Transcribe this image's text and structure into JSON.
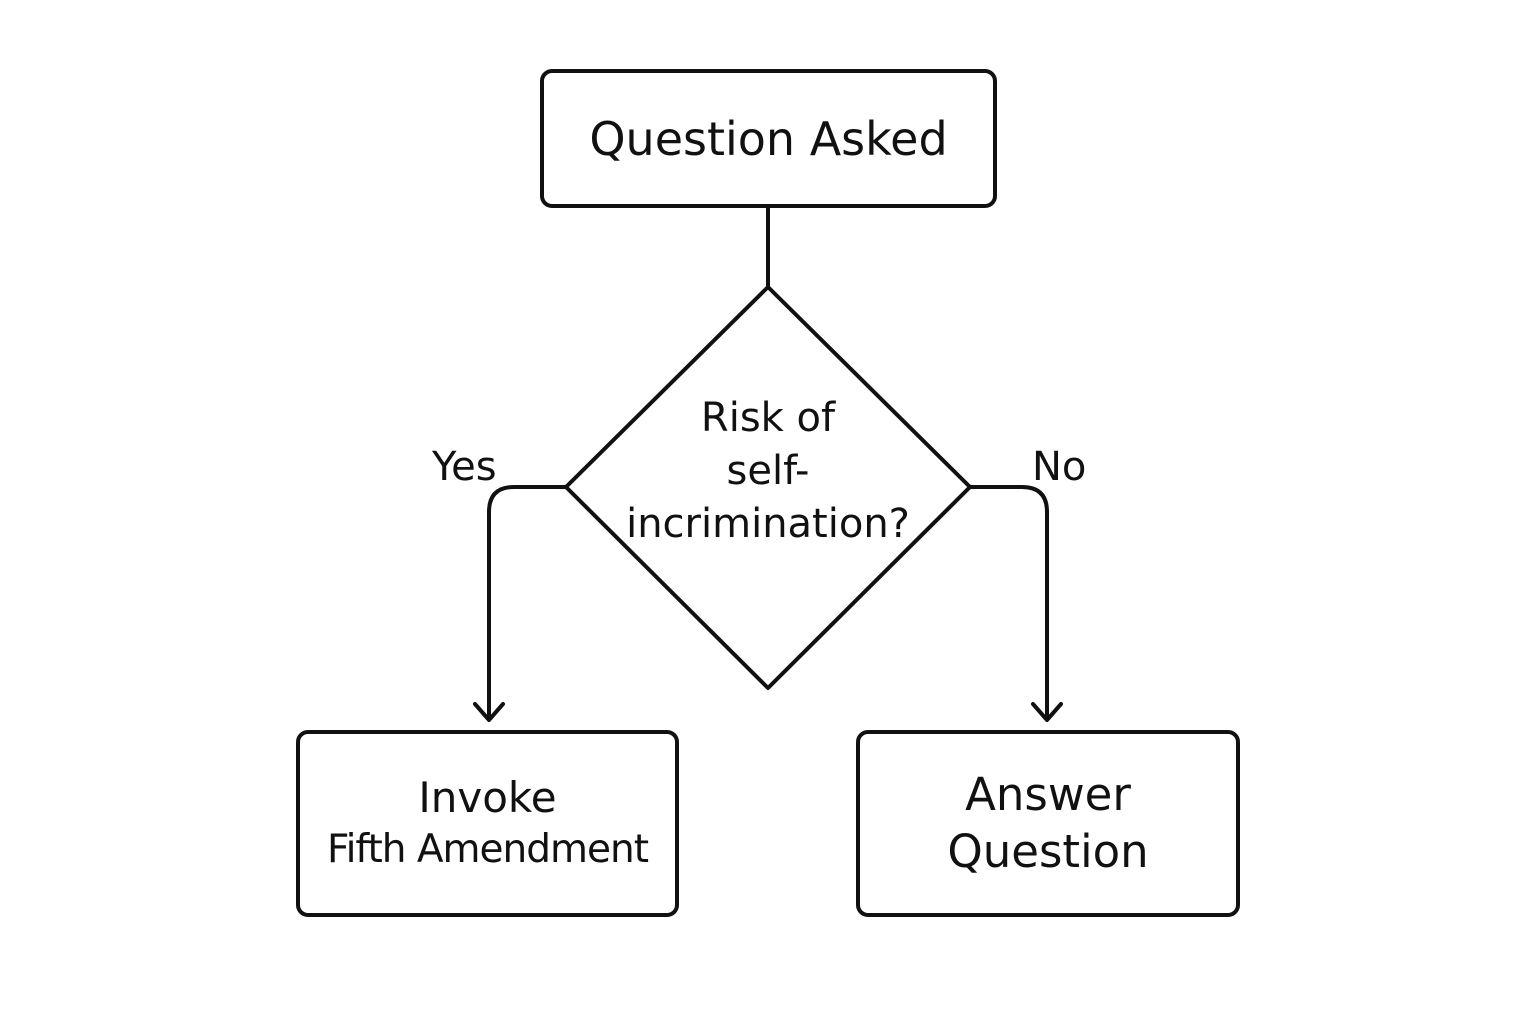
{
  "nodes": {
    "start": {
      "label": "Question Asked"
    },
    "decision": {
      "lines": [
        "Risk of",
        "self-",
        "incrimination?"
      ]
    },
    "yes_outcome": {
      "lines": [
        "Invoke",
        "Fifth Amendment"
      ]
    },
    "no_outcome": {
      "lines": [
        "Answer",
        "Question"
      ]
    }
  },
  "edges": {
    "yes_label": "Yes",
    "no_label": "No"
  },
  "colors": {
    "stroke": "#111111",
    "background": "#ffffff"
  }
}
